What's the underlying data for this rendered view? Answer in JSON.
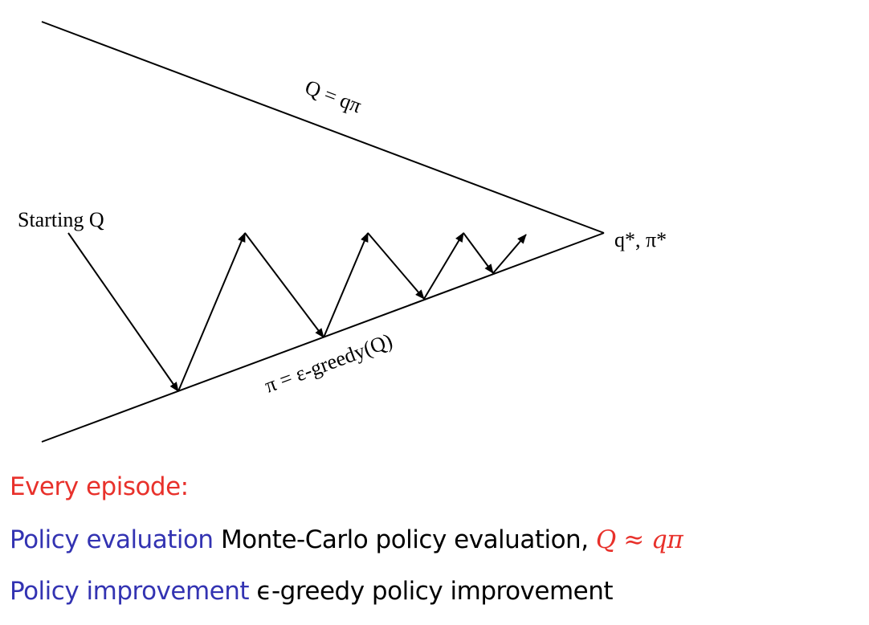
{
  "diagram": {
    "top_label": "Q = qπ",
    "bottom_label": "π = ε-greedy(Q)",
    "start_label": "Starting Q",
    "end_label": "q*, π*"
  },
  "text": {
    "line1": "Every episode:",
    "eval_label": "Policy evaluation",
    "eval_desc": "Monte-Carlo policy evaluation,",
    "eval_math": "Q ≈ qπ",
    "impr_label": "Policy improvement",
    "impr_desc": "ϵ-greedy policy improvement"
  },
  "colors": {
    "red": "#e8312b",
    "blue": "#3333b2"
  }
}
